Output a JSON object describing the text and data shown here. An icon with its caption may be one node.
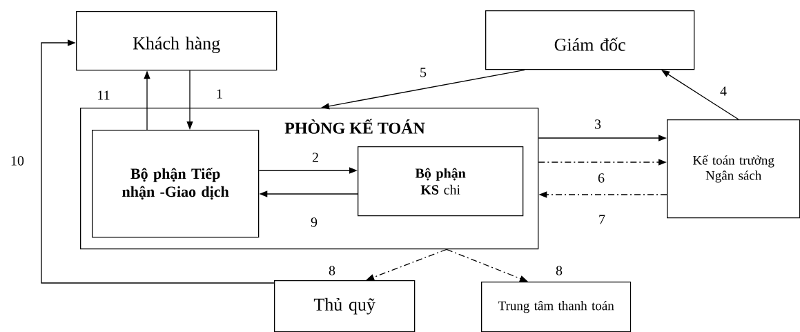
{
  "diagram": {
    "nodes": [
      {
        "text": [
          "Khách hàng"
        ]
      },
      {
        "text": [
          "Giám đốc"
        ]
      },
      {
        "text": [
          "PHÒNG KẾ TOÁN"
        ]
      },
      {
        "text": [
          "Bộ phận Tiếp nhận -Giao dịch"
        ],
        "in": 2
      },
      {
        "text": [
          "**Bộ phận KS** chi"
        ],
        "in": 2
      },
      {
        "text": [
          "Kế toán trưởng Ngân sách"
        ]
      },
      {
        "text": [
          "Thủ quỹ"
        ]
      },
      {
        "text": [
          "Trung tâm thanh toán"
        ]
      }
    ],
    "edges": [
      {
        "from": 3,
        "to": 0,
        "arrow": "to",
        "label": "11"
      },
      {
        "from": 0,
        "to": 3,
        "arrow": "to",
        "label": "1"
      },
      {
        "from": 1,
        "to": 2,
        "arrow": "to",
        "label": "5"
      },
      {
        "from": 5,
        "to": 1,
        "arrow": "to",
        "label": "4"
      },
      {
        "from": 2,
        "to": 5,
        "arrow": "to",
        "label": "3"
      },
      {
        "from": 2,
        "to": 5,
        "arrow": "to",
        "label": "6",
        "style": "dashed"
      },
      {
        "from": 5,
        "to": 2,
        "arrow": "to",
        "label": "7",
        "style": "dashed"
      },
      {
        "from": 3,
        "to": 4,
        "arrow": "to",
        "label": "2"
      },
      {
        "from": 4,
        "to": 3,
        "arrow": "to",
        "label": "9"
      },
      {
        "from": 2,
        "to": 6,
        "arrow": "to",
        "label": "8",
        "style": "dashed"
      },
      {
        "from": 2,
        "to": 7,
        "arrow": "to",
        "label": "8",
        "style": "dashed"
      },
      {
        "from": 6,
        "to": 0,
        "arrow": "to",
        "label": "10"
      }
    ]
  }
}
